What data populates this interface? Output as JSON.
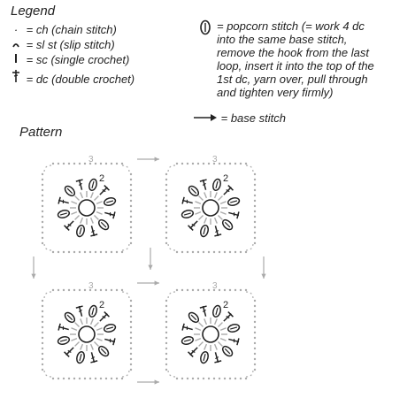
{
  "legend": {
    "title": "Legend",
    "items": [
      {
        "symbol": "chain-stitch-icon",
        "text": "= ch (chain stitch)"
      },
      {
        "symbol": "slip-stitch-icon",
        "text": "= sl st (slip stitch)"
      },
      {
        "symbol": "single-crochet-icon",
        "text": "= sc (single crochet)"
      },
      {
        "symbol": "double-crochet-icon",
        "text": "= dc (double crochet)"
      }
    ],
    "popcorn": {
      "symbol": "popcorn-stitch-icon",
      "lines": [
        "= popcorn stitch (= work 4 dc",
        "into the same base stitch,",
        "remove the hook from the last",
        "loop, insert it into the top of the",
        "1st dc, yarn over, pull through",
        "and tighten very firmly)"
      ]
    },
    "base_stitch": {
      "symbol": "arrow-right-icon",
      "text": "= base stitch"
    }
  },
  "pattern": {
    "title": "Pattern",
    "motif_labels": {
      "round2": "2",
      "round3": "3"
    },
    "colors": {
      "ink": "#222222",
      "light": "#aaaaaa"
    }
  }
}
